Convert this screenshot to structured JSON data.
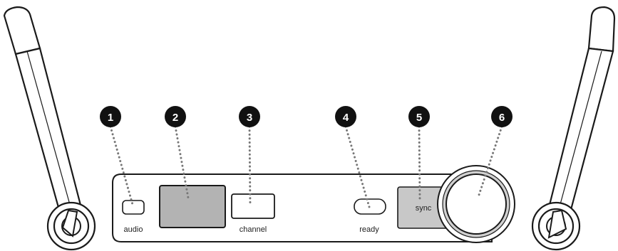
{
  "labels": {
    "audio": "audio",
    "channel": "channel",
    "ready": "ready",
    "sync": "sync"
  },
  "callouts": [
    "1",
    "2",
    "3",
    "4",
    "5",
    "6"
  ],
  "colors": {
    "outline": "#1a1a1a",
    "display_fill": "#b3b3b3",
    "sync_fill": "#c8c8c8",
    "ring_fill": "#d0d0d0",
    "callout_fill": "#111111",
    "leader_dots": "#777777"
  }
}
